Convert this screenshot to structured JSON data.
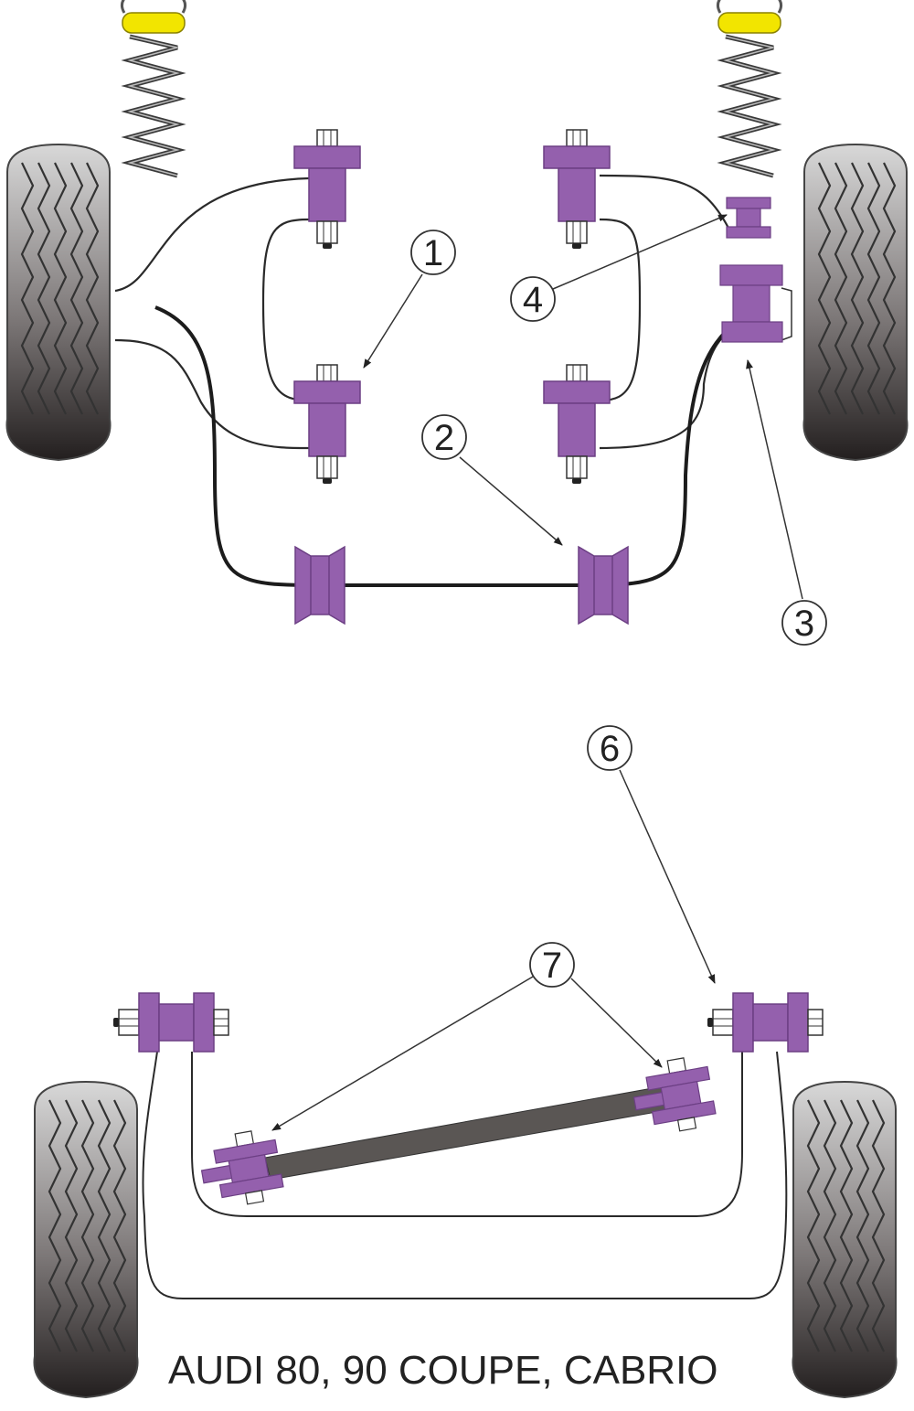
{
  "title": "AUDI 80, 90 COUPE, CABRIO",
  "colors": {
    "bush": "#9460ad",
    "bush_dark": "#6c3f84",
    "spring_cap": "#f2e500",
    "tyre_light": "#d6d6d6",
    "tyre_dark": "#2a2525",
    "rod": "#5a5654",
    "line": "#222222"
  },
  "callouts": [
    {
      "id": "1",
      "label": "1"
    },
    {
      "id": "2",
      "label": "2"
    },
    {
      "id": "3",
      "label": "3"
    },
    {
      "id": "4",
      "label": "4"
    },
    {
      "id": "6",
      "label": "6"
    },
    {
      "id": "7",
      "label": "7"
    }
  ]
}
